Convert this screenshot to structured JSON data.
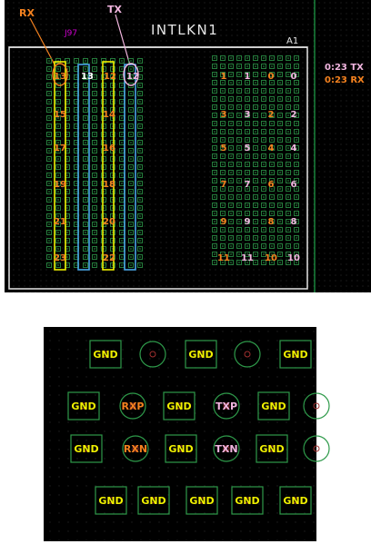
{
  "top_panel": {
    "component_label": "INTLKN1",
    "ref_designator": "J97",
    "a1_label": "A1",
    "callouts": {
      "rx": "RX",
      "tx": "TX"
    },
    "legend": {
      "tx_line": "0:23 TX",
      "rx_line": "0:23 RX"
    },
    "left_pins": [
      {
        "label": "13",
        "role": "rx"
      },
      {
        "label": "13",
        "role": "plain"
      },
      {
        "label": "12",
        "role": "rx"
      },
      {
        "label": "12",
        "role": "tx"
      },
      {
        "label": "15",
        "role": "rx"
      },
      {
        "label": "14",
        "role": "rx"
      },
      {
        "label": "17",
        "role": "rx"
      },
      {
        "label": "16",
        "role": "rx"
      },
      {
        "label": "19",
        "role": "rx"
      },
      {
        "label": "18",
        "role": "rx"
      },
      {
        "label": "21",
        "role": "rx"
      },
      {
        "label": "20",
        "role": "rx"
      },
      {
        "label": "23",
        "role": "rx"
      },
      {
        "label": "22",
        "role": "rx"
      }
    ],
    "right_pins": [
      {
        "label": "1",
        "role": "rx"
      },
      {
        "label": "1",
        "role": "tx"
      },
      {
        "label": "0",
        "role": "rx"
      },
      {
        "label": "0",
        "role": "tx"
      },
      {
        "label": "3",
        "role": "rx"
      },
      {
        "label": "3",
        "role": "tx"
      },
      {
        "label": "2",
        "role": "rx"
      },
      {
        "label": "2",
        "role": "tx"
      },
      {
        "label": "5",
        "role": "rx"
      },
      {
        "label": "5",
        "role": "tx"
      },
      {
        "label": "4",
        "role": "rx"
      },
      {
        "label": "4",
        "role": "tx"
      },
      {
        "label": "7",
        "role": "rx"
      },
      {
        "label": "7",
        "role": "tx"
      },
      {
        "label": "6",
        "role": "rx"
      },
      {
        "label": "6",
        "role": "tx"
      },
      {
        "label": "9",
        "role": "rx"
      },
      {
        "label": "9",
        "role": "tx"
      },
      {
        "label": "8",
        "role": "rx"
      },
      {
        "label": "8",
        "role": "tx"
      },
      {
        "label": "11",
        "role": "rx"
      },
      {
        "label": "11",
        "role": "tx"
      },
      {
        "label": "10",
        "role": "rx"
      },
      {
        "label": "10",
        "role": "tx"
      }
    ]
  },
  "bottom_panel": {
    "rows": [
      [
        {
          "label": "GND",
          "kind": "gnd"
        },
        {
          "label": "",
          "kind": "via"
        },
        {
          "label": "GND",
          "kind": "gnd"
        },
        {
          "label": "",
          "kind": "via"
        },
        {
          "label": "GND",
          "kind": "gnd"
        }
      ],
      [
        {
          "label": "GND",
          "kind": "gnd"
        },
        {
          "label": "RXP",
          "kind": "rx"
        },
        {
          "label": "GND",
          "kind": "gnd"
        },
        {
          "label": "TXP",
          "kind": "tx"
        },
        {
          "label": "GND",
          "kind": "gnd"
        },
        {
          "label": "",
          "kind": "via"
        }
      ],
      [
        {
          "label": "GND",
          "kind": "gnd"
        },
        {
          "label": "RXN",
          "kind": "rx"
        },
        {
          "label": "GND",
          "kind": "gnd"
        },
        {
          "label": "TXN",
          "kind": "tx"
        },
        {
          "label": "GND",
          "kind": "gnd"
        },
        {
          "label": "",
          "kind": "via"
        }
      ],
      [
        {
          "label": "GND",
          "kind": "gnd"
        },
        {
          "label": "GND",
          "kind": "gnd"
        },
        {
          "label": "GND",
          "kind": "gnd"
        },
        {
          "label": "GND",
          "kind": "gnd"
        },
        {
          "label": "GND",
          "kind": "gnd"
        }
      ]
    ]
  },
  "colors": {
    "background": "#000000",
    "rx": "#f5821f",
    "tx": "#f2b6e0",
    "gnd_text": "#f0f000",
    "pad_outline": "#2e9a4a",
    "plain_pin": "#ffffff",
    "highlight_yellow": "#f0f000",
    "highlight_blue": "#4aa8e8",
    "ref_designator": "#d000d0"
  }
}
